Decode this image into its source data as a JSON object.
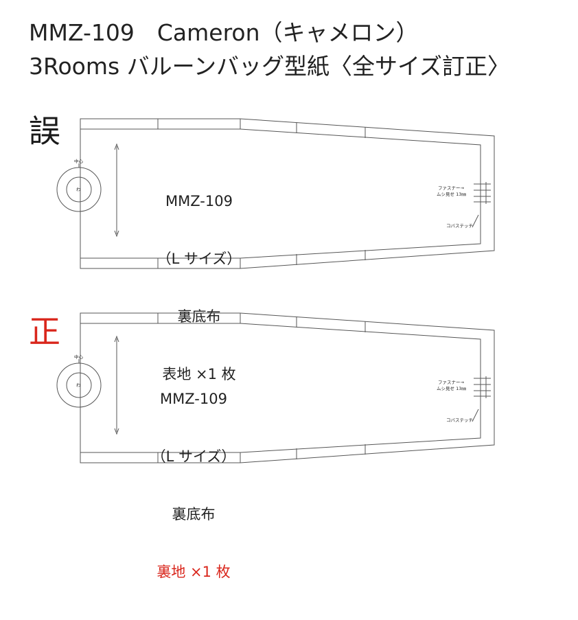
{
  "header": {
    "line1": "MMZ-109　Cameron（キャメロン）",
    "line2": "3Rooms バルーンバッグ型紙〈全サイズ訂正〉"
  },
  "panels": [
    {
      "marker": "誤",
      "marker_color": "#1a1a1a",
      "code": "MMZ-109",
      "size": "（L サイズ）",
      "part": "裏底布",
      "material": "表地 ×1 枚",
      "material_color": "#222222",
      "center_label": "中心",
      "hole_label": "わ",
      "zipper_label": "ファスナー→",
      "zipper_show_label": "ムシ見せ 13㎜",
      "stitch_label": "コバステッチ"
    },
    {
      "marker": "正",
      "marker_color": "#d9261c",
      "code": "MMZ-109",
      "size": "（L サイズ）",
      "part": "裏底布",
      "material": "裏地 ×1 枚",
      "material_color": "#d9261c",
      "center_label": "中心",
      "hole_label": "わ",
      "zipper_label": "ファスナー→",
      "zipper_show_label": "ムシ見せ 13㎜",
      "stitch_label": "コバステッチ"
    }
  ]
}
